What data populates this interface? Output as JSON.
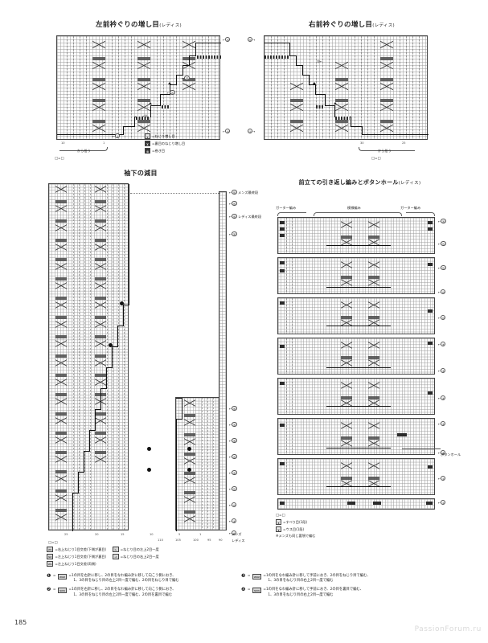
{
  "page": {
    "number": "185",
    "watermark": "PassionForum.ru"
  },
  "charts": {
    "left_neck": {
      "title": "左前衿ぐりの増し目",
      "title_sub": "(レディス)",
      "pickup_note": "から拾う",
      "equals_note": "□=□",
      "row_markers": [
        "①",
        "⑤"
      ],
      "inner_markers": [
        "→⑳",
        "㉕",
        "㉚"
      ],
      "bottom_ticks": [
        "10",
        "1"
      ]
    },
    "right_neck": {
      "title": "右前衿ぐりの増し目",
      "title_sub": "(レディス)",
      "pickup_note": "から拾う",
      "equals_note": "□=□",
      "row_markers": [
        "①",
        "⑤"
      ],
      "inner_markers": [
        "⑳←",
        "㉕",
        "㉚"
      ],
      "bottom_ticks": [
        "30",
        "25"
      ]
    },
    "sleeve": {
      "title": "袖下の減目",
      "label_mens_last": "メンズ最終段",
      "label_ladies_last": "レディス最終段",
      "equals_note": "□=□",
      "axis_mens": "メンズ",
      "axis_ladies": "レディス",
      "bottom_ticks_mens": [
        "25",
        "20",
        "15",
        "10",
        "5",
        "1"
      ],
      "bottom_ticks_ladies": [
        "110",
        "105",
        "100",
        "95",
        "90"
      ],
      "row_numbers": [
        "①",
        "⑤",
        "⑩",
        "⑮",
        "⑳",
        "㉕",
        "㉚",
        "㉟",
        "㊵",
        "㊺",
        "㊿"
      ]
    },
    "placket": {
      "title": "前立ての引き返し編みとボタンホール",
      "title_sub": "(レディス)",
      "label_garter_left": "ガーター編み",
      "label_pattern": "模様編み",
      "label_garter_right": "ガーター編み",
      "label_buttonhole": "ボタンホール",
      "equals_note": "□=□",
      "row_marker_top": "⑳",
      "row_marker_bottom": "①"
    }
  },
  "legends": {
    "neck_symbols": [
      {
        "symbol": "⊻",
        "text": "=ねじり増し目"
      },
      {
        "symbol": "⊻",
        "text": "=裏目のねじり増し目"
      },
      {
        "symbol": "⊗",
        "text": "=巻き目"
      }
    ],
    "placket_symbols": [
      {
        "symbol": "⊻",
        "text": "=すべり目(1段)"
      },
      {
        "symbol": "⊻",
        "text": "=ウス目(1段)"
      }
    ],
    "placket_note": "※メンズも同じ要領で編む"
  },
  "cable_legend": {
    "equals_note": "□=□",
    "items_left": [
      {
        "chip": "⧄⧅",
        "text": "=右上ねじり1目交差(下側が裏目)"
      },
      {
        "chip": "⧅⧄",
        "text": "=左上ねじり1目交差(下側が裏目)"
      },
      {
        "chip": "⧄⧅",
        "text": "=左上ねじり1目交差(両側)"
      }
    ],
    "items_right": [
      {
        "chip": "⋋",
        "text": "=ねじり目の左上2目一度"
      },
      {
        "chip": "⋌",
        "text": "=ねじり目の右上2目一度"
      }
    ]
  },
  "notes": [
    {
      "bullet": "❶",
      "chip": "⧄⧅⧄",
      "line1": "=1の目を右針に移し、2の目をなわ編み針に移して向こう側におき、",
      "line2": "1、3の目をねじり目の左上2目一度で編む、2の目をねじり目で編む"
    },
    {
      "bullet": "❷",
      "chip": "⧅⧄⧅",
      "line1": "=1の目を右針に移し、2の目をなわ編み針に移して向こう側におき、",
      "line2": "1、3の目をねじり目の左上2目一度で編む、2の目を裏目で編む"
    },
    {
      "bullet": "❸",
      "chip": "⧄⧅⧄",
      "line1": "=1の目をなわ編み針に移して手前におき、2の目をねじり目で編む、",
      "line2": "1、3の目をねじり目の右上2目一度で編む"
    },
    {
      "bullet": "❹",
      "chip": "⧅⧄⧅",
      "line1": "=1の目をなわ編み針に移して手前におき、2の目を裏目で編む、",
      "line2": "1、3の目をねじり目の右上2目一度で編む"
    }
  ]
}
